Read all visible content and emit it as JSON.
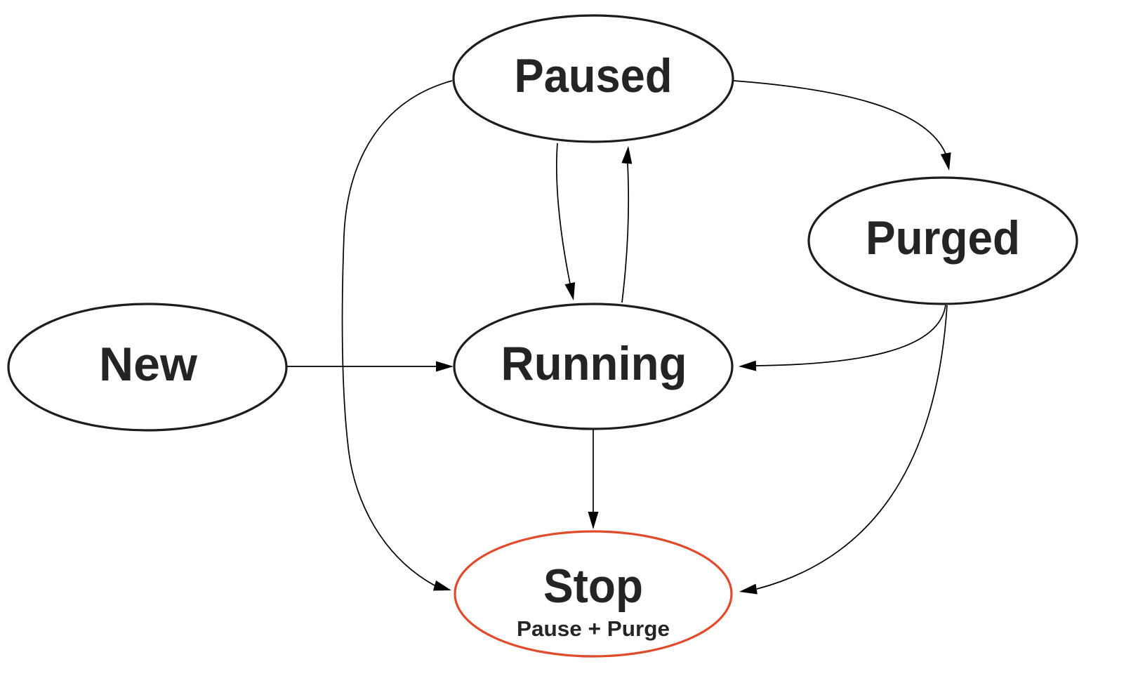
{
  "diagram": {
    "type": "state-diagram",
    "nodes": {
      "new": {
        "label": "New"
      },
      "paused": {
        "label": "Paused"
      },
      "running": {
        "label": "Running"
      },
      "purged": {
        "label": "Purged"
      },
      "stop": {
        "label": "Stop",
        "sublabel": "Pause + Purge"
      }
    },
    "edges": [
      {
        "from": "New",
        "to": "Running"
      },
      {
        "from": "Paused",
        "to": "Running"
      },
      {
        "from": "Running",
        "to": "Paused"
      },
      {
        "from": "Paused",
        "to": "Purged"
      },
      {
        "from": "Purged",
        "to": "Running"
      },
      {
        "from": "Running",
        "to": "Stop"
      },
      {
        "from": "Paused",
        "to": "Stop"
      },
      {
        "from": "Purged",
        "to": "Stop"
      }
    ],
    "colors": {
      "background": "#ffffff",
      "node_border": "#1d1d1d",
      "stop_border": "#e04b2c",
      "label_text": "#242424",
      "edge_line": "#000000"
    }
  }
}
